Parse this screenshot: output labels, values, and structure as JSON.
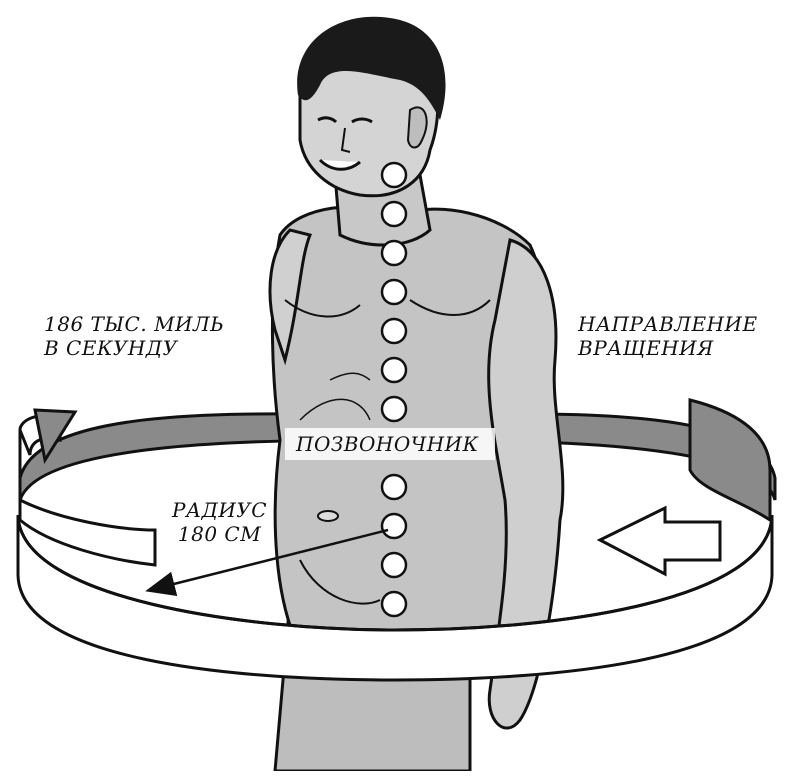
{
  "labels": {
    "speed": {
      "line1": "186 ТЫС. МИЛЬ",
      "line2": "В СЕКУНДУ"
    },
    "direction": {
      "line1": "НАПРАВЛЕНИЕ",
      "line2": "ВРАЩЕНИЯ"
    },
    "spine": "ПОЗВОНОЧНИК",
    "radius": {
      "line1": "РАДИУС",
      "line2": "180 СМ"
    }
  },
  "colors": {
    "ink": "#111111",
    "skin": "#bdbdbd",
    "ring_inner": "#8a8a8a",
    "ring_outer": "#ffffff"
  },
  "icons": [
    "person-figure",
    "vertebra-circle",
    "rotation-arrow",
    "radius-arrow"
  ]
}
